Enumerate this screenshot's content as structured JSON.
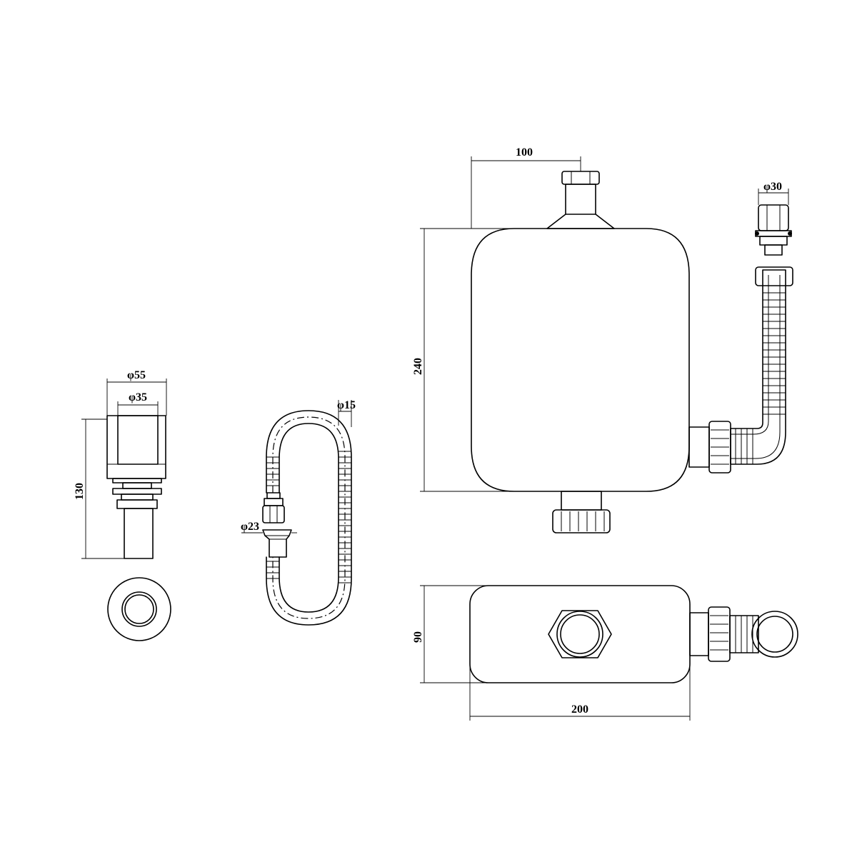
{
  "dimensions": {
    "body_width_top": "100",
    "body_height": "240",
    "outlet_diameter": "φ30",
    "base_depth": "90",
    "base_width": "200",
    "waste_outer_diameter": "φ55",
    "waste_inner_diameter": "φ35",
    "waste_height": "130",
    "hose_diameter": "φ15",
    "hose_connector_diameter": "φ23"
  },
  "colors": {
    "line": "#000000",
    "background": "#ffffff"
  }
}
